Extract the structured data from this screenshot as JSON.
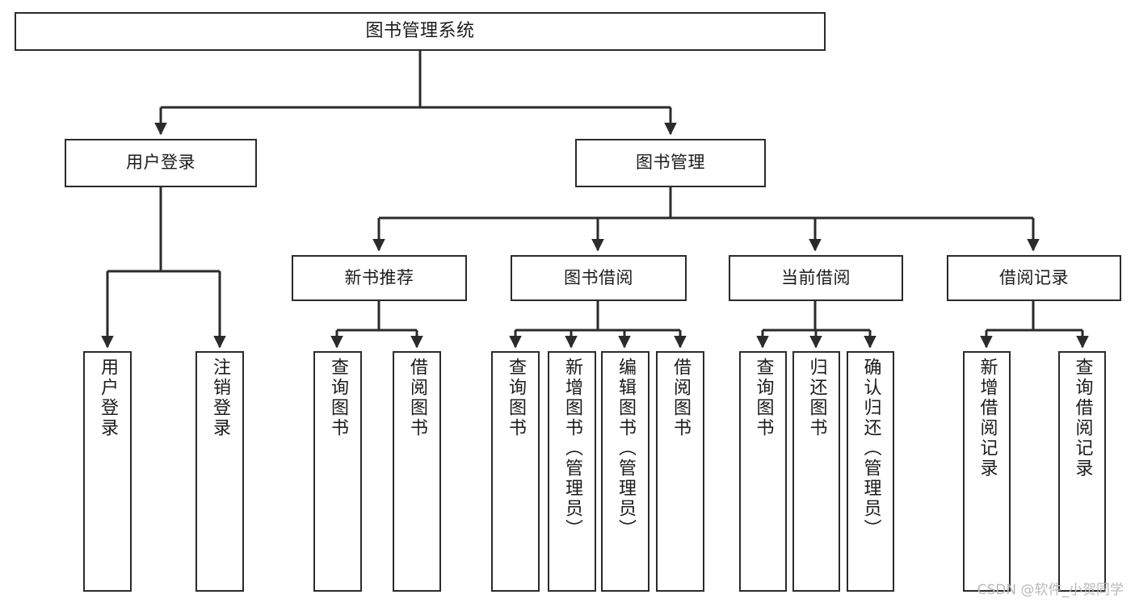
{
  "diagram": {
    "title": "图书管理系统",
    "type": "tree-hierarchy-diagram",
    "colors": {
      "stroke": "#2b2b2b",
      "fill": "#ffffff",
      "text": "#1b1b1b",
      "watermark": "#b9b9b9"
    },
    "watermark": "CSDN @软件_小贺同学",
    "root": {
      "label": "图书管理系统"
    },
    "level2": [
      {
        "label": "用户登录"
      },
      {
        "label": "图书管理"
      }
    ],
    "level3": [
      {
        "label": "新书推荐"
      },
      {
        "label": "图书借阅"
      },
      {
        "label": "当前借阅"
      },
      {
        "label": "借阅记录"
      }
    ],
    "leaves": {
      "user_login": [
        {
          "label": "用户登录"
        },
        {
          "label": "注销登录"
        }
      ],
      "new_book_recommend": [
        {
          "label": "查询图书"
        },
        {
          "label": "借阅图书"
        }
      ],
      "book_borrow": [
        {
          "label": "查询图书"
        },
        {
          "label": "新增图书（管理员）"
        },
        {
          "label": "编辑图书（管理员）"
        },
        {
          "label": "借阅图书"
        }
      ],
      "current_borrow": [
        {
          "label": "查询图书"
        },
        {
          "label": "归还图书"
        },
        {
          "label": "确认归还（管理员）"
        }
      ],
      "borrow_record": [
        {
          "label": "新增借阅记录"
        },
        {
          "label": "查询借阅记录"
        }
      ]
    }
  }
}
